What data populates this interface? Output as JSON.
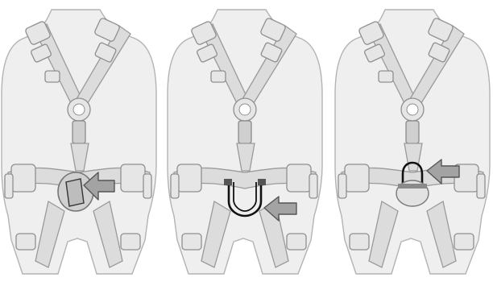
{
  "figure": {
    "panels": [
      {
        "id": "panel-1",
        "highlight": "ventral-attachment-point-open",
        "arrow_direction": "left"
      },
      {
        "id": "panel-2",
        "highlight": "ventral-attachment-point-closed",
        "arrow_direction": "left"
      },
      {
        "id": "panel-3",
        "highlight": "ventral-attachment-point-locked",
        "arrow_direction": "left"
      }
    ],
    "colors": {
      "body": "#efefef",
      "outline": "#b3b3b3",
      "strap": "#dcdcdc",
      "highlight": "#111111",
      "arrow": "#a3a3a3"
    }
  }
}
